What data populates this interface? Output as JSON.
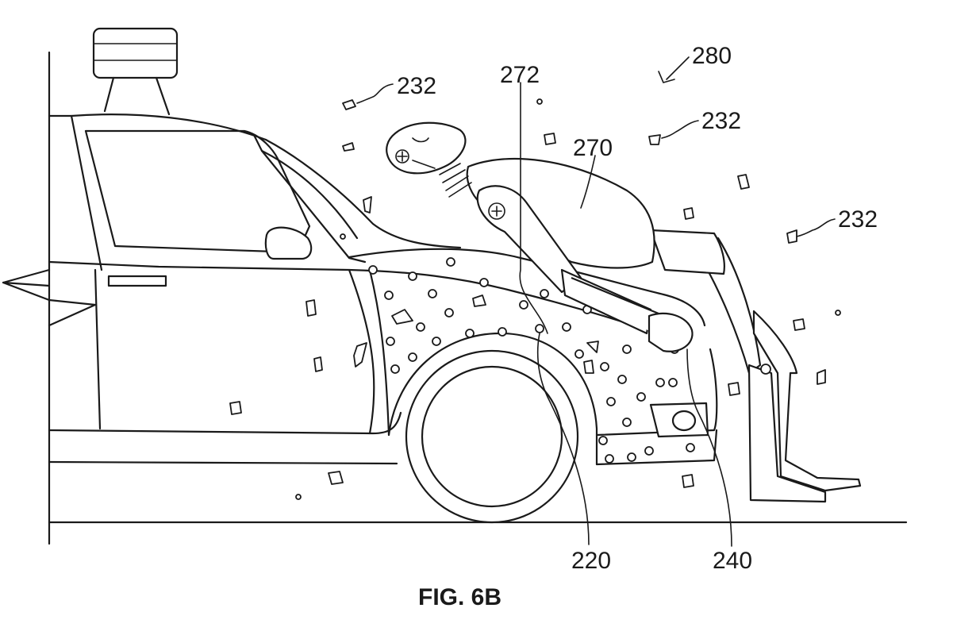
{
  "figure": {
    "caption": "FIG. 6B",
    "labels": {
      "system": "280",
      "fragment_top_left": "232",
      "fragment_top_right": "232",
      "fragment_right": "232",
      "pedestrian_upper": "272",
      "pedestrian": "270",
      "hood_layer": "220",
      "bumper": "240"
    }
  }
}
